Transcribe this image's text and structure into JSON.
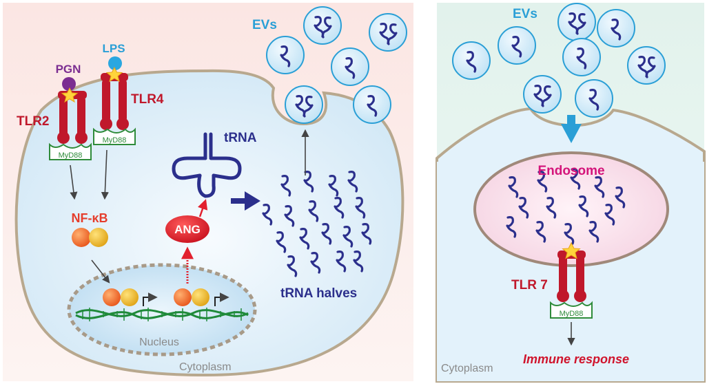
{
  "left_panel": {
    "labels": {
      "pgn": "PGN",
      "lps": "LPS",
      "tlr2": "TLR2",
      "tlr4": "TLR4",
      "myd88_a": "MyD88",
      "myd88_b": "MyD88",
      "nfkb": "NF-κB",
      "ang": "ANG",
      "trna": "tRNA",
      "trna_halves": "tRNA halves",
      "evs": "EVs",
      "nucleus": "Nucleus",
      "cytoplasm": "Cytoplasm"
    }
  },
  "right_panel": {
    "labels": {
      "evs": "EVs",
      "endosome": "Endosome",
      "tlr7": "TLR 7",
      "myd88": "MyD88",
      "immune_response": "Immune response",
      "cytoplasm": "Cytoplasm"
    }
  },
  "colors": {
    "receptor_red": "#c0182b",
    "myd88_green": "#2e8b3a",
    "ev_fill": "#cfe9f7",
    "ev_stroke": "#2a9fd6",
    "trna_blue": "#2b2f8c",
    "evs_text": "#2a9fd6",
    "endosome_text": "#d4147a",
    "nfkb_text": "#e53d2c",
    "immune_text": "#d0142c",
    "ang_fill": "#e0202e",
    "pgn_purple": "#7b2d91",
    "lps_blue": "#2a9fd6"
  }
}
